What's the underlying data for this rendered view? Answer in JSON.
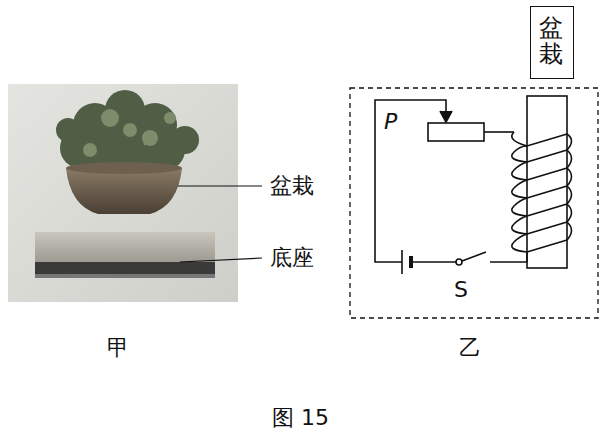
{
  "diagram": {
    "caption": "图 15",
    "nodes": [
      {
        "text": [
          "盆栽"
        ]
      }
    ],
    "labels": [
      "盆栽",
      "底座",
      "甲",
      "乙",
      "P",
      "S"
    ]
  }
}
